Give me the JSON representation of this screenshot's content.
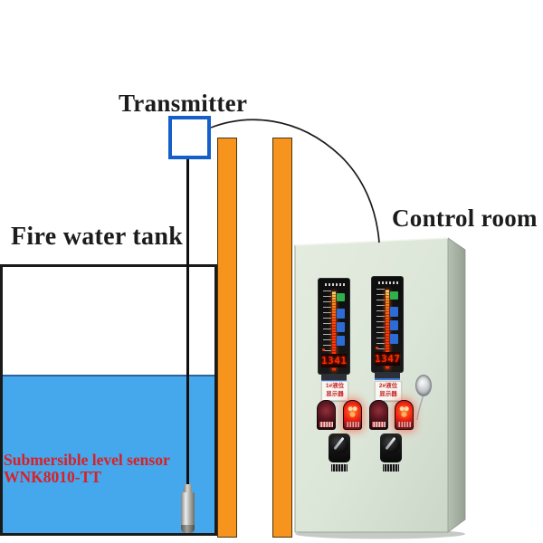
{
  "labels": {
    "transmitter": "Transmitter",
    "tank": "Fire water tank",
    "control_room": "Control room",
    "sensor_line1": "Submersible level sensor",
    "sensor_line2": "WNK8010-TT"
  },
  "panel": {
    "indicators": [
      {
        "value": "1341",
        "label_line1": "1#液位",
        "label_line2": "显示器"
      },
      {
        "value": "1347",
        "label_line1": "2#液位",
        "label_line2": "显示器"
      }
    ],
    "lamps": [
      {
        "name": "alarm-lamp-1",
        "state": "off"
      },
      {
        "name": "alarm-lamp-2",
        "state": "on"
      },
      {
        "name": "alarm-lamp-3",
        "state": "off"
      },
      {
        "name": "alarm-lamp-4",
        "state": "on"
      }
    ],
    "switches": [
      {
        "name": "selector-switch-1"
      },
      {
        "name": "selector-switch-2"
      }
    ]
  },
  "colors": {
    "pipe_orange": "#F7941E",
    "water_blue": "#45A7EC",
    "transmitter_border_blue": "#1560C8",
    "cabinet_green": "#DCE6D8",
    "cabinet_side_gray": "#A4AEA0",
    "caption_red": "#DA2026",
    "display_red": "#FF2800",
    "line_black": "#1C1C1C"
  }
}
